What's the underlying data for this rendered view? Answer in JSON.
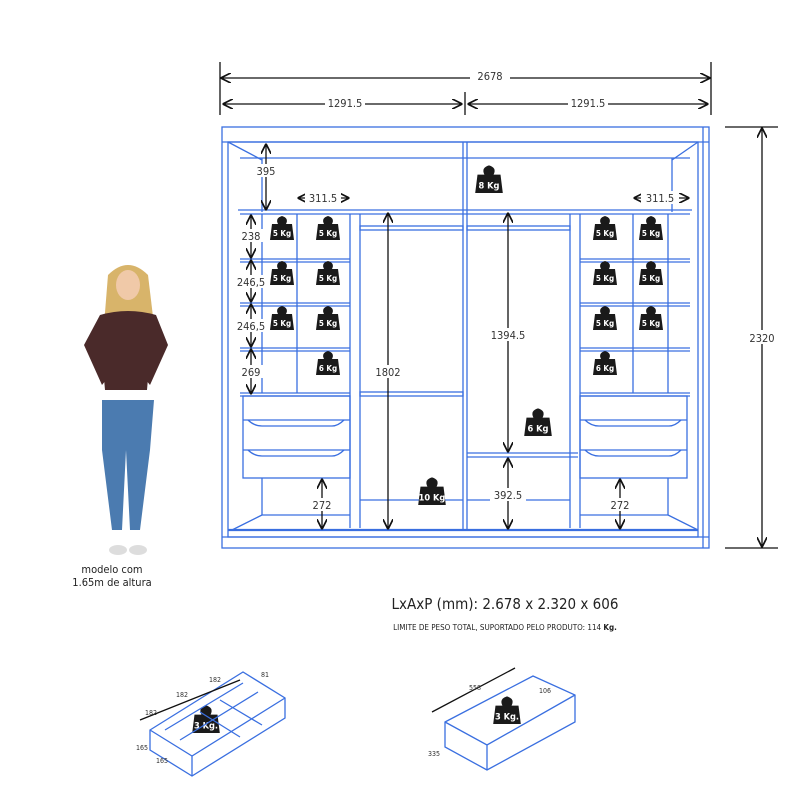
{
  "dimensions": {
    "total_width": "2678",
    "half_left": "1291.5",
    "half_right": "1291.5",
    "total_height": "2320",
    "top_space": "395",
    "shelf_width_left": "311.5",
    "shelf_width_right": "311.5",
    "shelf_1": "238",
    "shelf_2": "246,5",
    "shelf_3": "246,5",
    "shelf_4": "269",
    "hanging_long": "1802",
    "hanging_upper": "1394.5",
    "hanging_lower": "392.5",
    "drawer_clearance_left": "272",
    "drawer_clearance_right": "272"
  },
  "weights": [
    "5 Kg",
    "5 Kg",
    "5 Kg",
    "5 Kg",
    "5 Kg",
    "5 Kg",
    "6 Kg",
    "5 Kg",
    "5 Kg",
    "5 Kg",
    "5 Kg",
    "5 Kg",
    "5 Kg",
    "6 Kg",
    "8 Kg",
    "6 Kg",
    "10 Kg"
  ],
  "model_caption": {
    "line1": "modelo com",
    "line2": "1.65m de altura"
  },
  "product_size": "LxAxP (mm): 2.678 x 2.320 x 606",
  "weight_limit": {
    "text": "LIMITE DE PESO TOTAL, SUPORTADO PELO PRODUTO: 114 ",
    "bold": "Kg."
  },
  "drawer_left": {
    "weight": "3 Kg.",
    "dims": [
      "182",
      "182",
      "182",
      "81",
      "165",
      "165"
    ]
  },
  "drawer_right": {
    "weight": "3 Kg.",
    "dims": [
      "558",
      "106",
      "335"
    ]
  },
  "colors": {
    "line": "#3a6fe0",
    "weight": "#1a1a1a"
  }
}
